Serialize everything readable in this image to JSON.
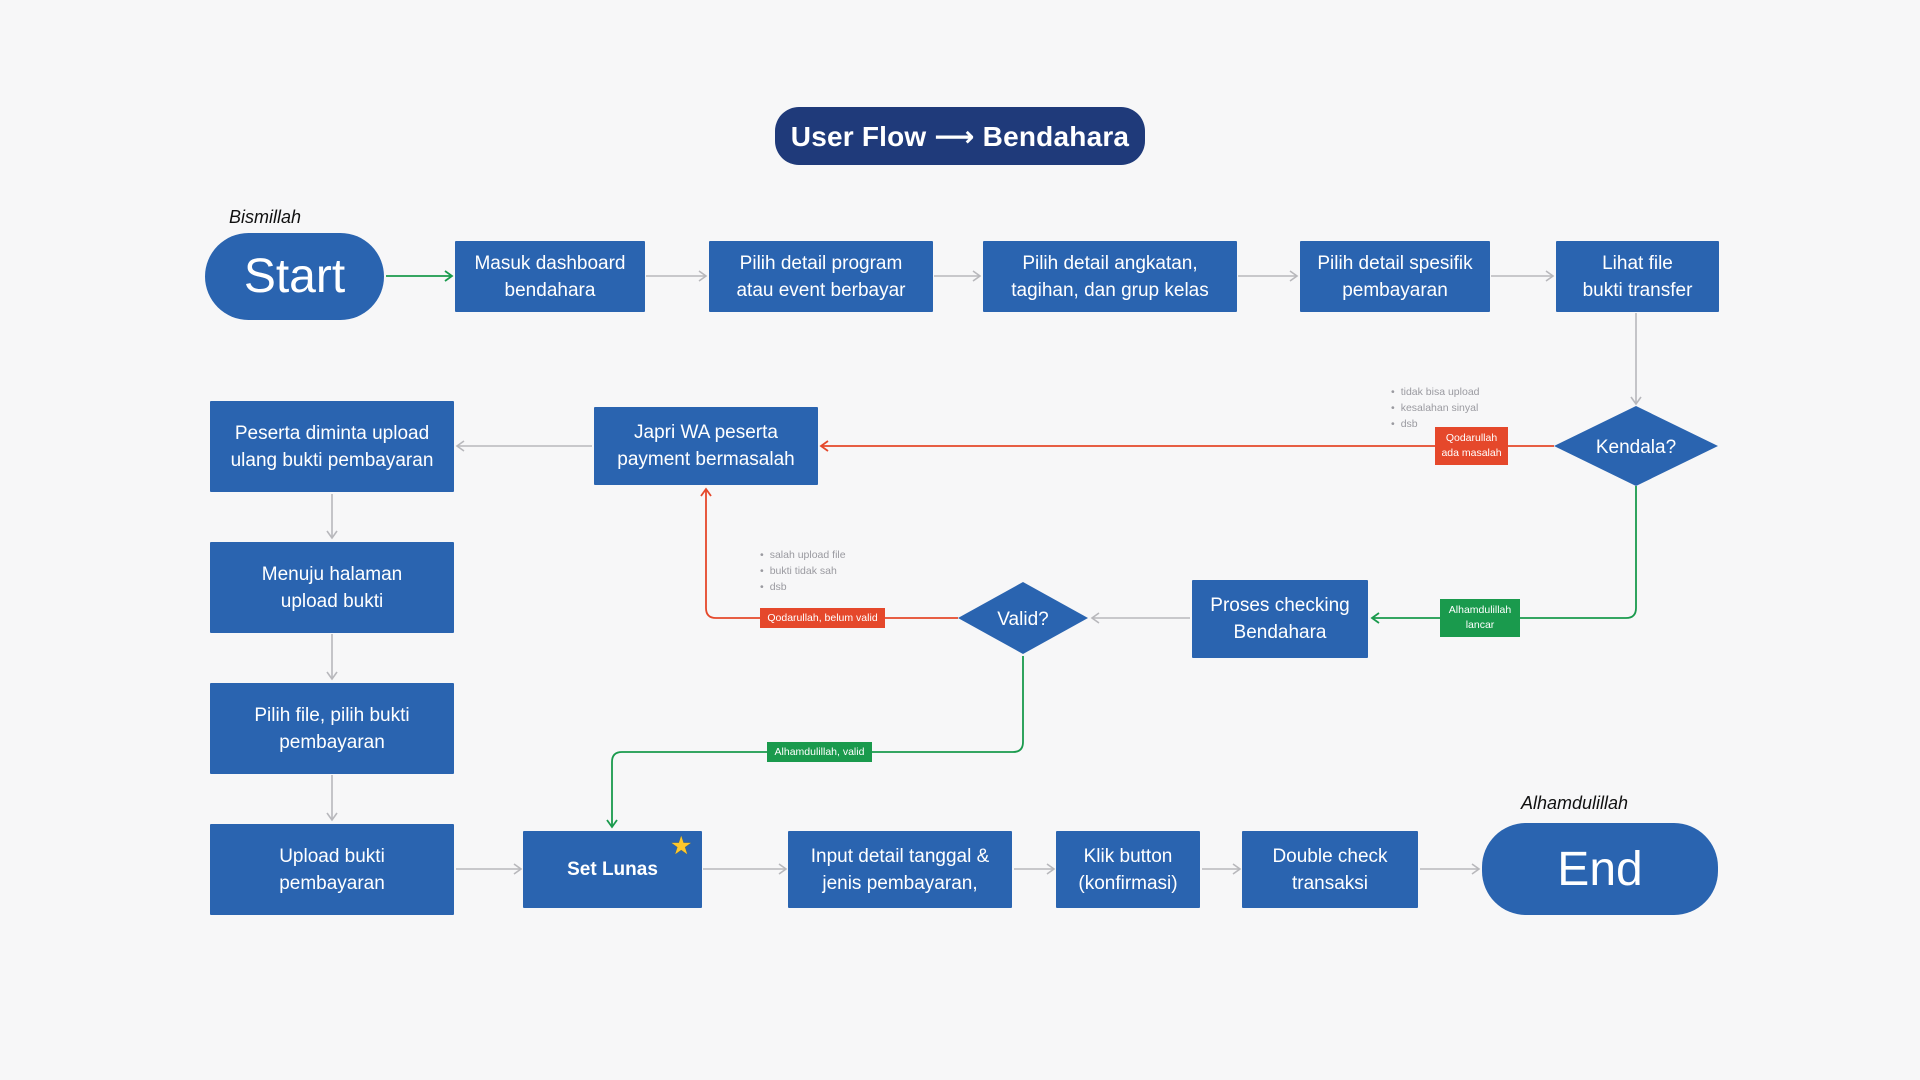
{
  "title": "User Flow ⟶ Bendahara",
  "captions": {
    "start": "Bismillah",
    "end": "Alhamdulillah"
  },
  "nodes": {
    "start": "Start",
    "masuk_dashboard": "Masuk dashboard\nbendahara",
    "pilih_program": "Pilih detail program\natau event berbayar",
    "pilih_angkatan": "Pilih detail angkatan,\ntagihan, dan grup kelas",
    "pilih_spesifik": "Pilih detail spesifik\npembayaran",
    "lihat_file": "Lihat file\nbukti transfer",
    "kendala": "Kendala?",
    "japri_wa": "Japri WA peserta\npayment bermasalah",
    "upload_ulang": "Peserta diminta upload\nulang bukti pembayaran",
    "menuju_halaman": "Menuju halaman\nupload bukti",
    "pilih_file": "Pilih file, pilih bukti\npembayaran",
    "upload_bukti": "Upload bukti\npembayaran",
    "proses_checking": "Proses checking\nBendahara",
    "valid": "Valid?",
    "set_lunas": "Set Lunas",
    "input_detail": "Input detail tanggal &\njenis pembayaran,",
    "klik_button": "Klik button\n(konfirmasi)",
    "double_check": "Double check\ntransaksi",
    "end": "End"
  },
  "tags": {
    "kendala_yes": "Qodarullah\nada masalah",
    "kendala_no": "Alhamdulillah\nlancar",
    "valid_no": "Qodarullah, belum valid",
    "valid_yes": "Alhamdulillah, valid"
  },
  "notes": {
    "kendala": [
      "tidak bisa upload",
      "kesalahan sinyal",
      "dsb"
    ],
    "valid": [
      "salah upload file",
      "bukti tidak sah",
      "dsb"
    ]
  },
  "icons": {
    "set_lunas_badge": "star-icon"
  },
  "colors": {
    "node": "#2a64b0",
    "title": "#1f3a7a",
    "negative": "#e5482b",
    "positive": "#1a9a4d",
    "connector": "#b8b8bc",
    "start_arrow": "#1a9a4d"
  }
}
